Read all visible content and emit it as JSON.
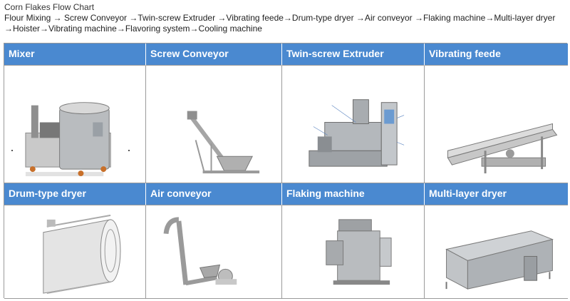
{
  "title": "Corn Flakes Flow Chart",
  "flow_line_1": "Flour Mixing → Screw Conveyor →Twin-screw Extruder →Vibrating feede→Drum-type dryer →Air conveyor →Flaking machine→Multi-layer dryer",
  "flow_line_2": "→Hoister→Vibrating machine→Flavoring system→Cooling machine",
  "colors": {
    "header_bg": "#4a89d0",
    "header_text": "#ffffff",
    "border": "#9a9a9a"
  },
  "machines": [
    {
      "label": "Mixer",
      "icon": "mixer-machine-icon"
    },
    {
      "label": "Screw Conveyor",
      "icon": "screw-conveyor-icon"
    },
    {
      "label": "Twin-screw Extruder",
      "icon": "twin-screw-extruder-icon"
    },
    {
      "label": "Vibrating feede",
      "icon": "vibrating-feeder-icon"
    },
    {
      "label": "Drum-type dryer",
      "icon": "drum-dryer-icon"
    },
    {
      "label": "Air conveyor",
      "icon": "air-conveyor-icon"
    },
    {
      "label": "Flaking machine",
      "icon": "flaking-machine-icon"
    },
    {
      "label": "Multi-layer dryer",
      "icon": "multi-layer-dryer-icon"
    }
  ]
}
